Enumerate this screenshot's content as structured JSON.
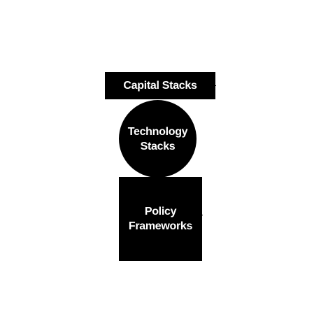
{
  "diagram": {
    "layers": [
      {
        "id": "capital",
        "shape": "bar",
        "label": "Capital Stacks"
      },
      {
        "id": "technology",
        "shape": "circle",
        "label_line1": "Technology",
        "label_line2": "Stacks"
      },
      {
        "id": "policy",
        "shape": "square",
        "label_line1": "Policy",
        "label_line2": "Frameworks"
      }
    ],
    "colors": {
      "fill": "#000000",
      "text": "#ffffff",
      "background": "#ffffff"
    }
  }
}
